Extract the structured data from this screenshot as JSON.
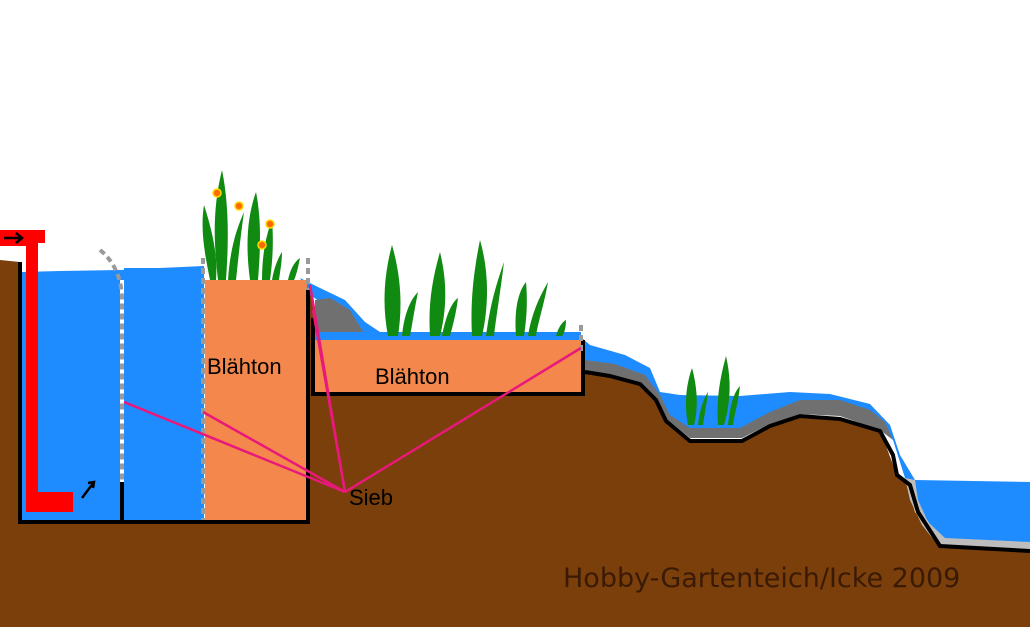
{
  "labels": {
    "media_left": "Blähton",
    "media_right": "Blähton",
    "sieve": "Sieb"
  },
  "credit": "Hobby-Gartenteich/Icke 2009",
  "colors": {
    "soil": "#7a3f0a",
    "water": "#1e8cff",
    "clay_media": "#f4874b",
    "pipe": "#ff0000",
    "plant": "#118a11",
    "leader_line": "#e8197a",
    "liner_grey": "#707070",
    "outline": "#000000"
  }
}
